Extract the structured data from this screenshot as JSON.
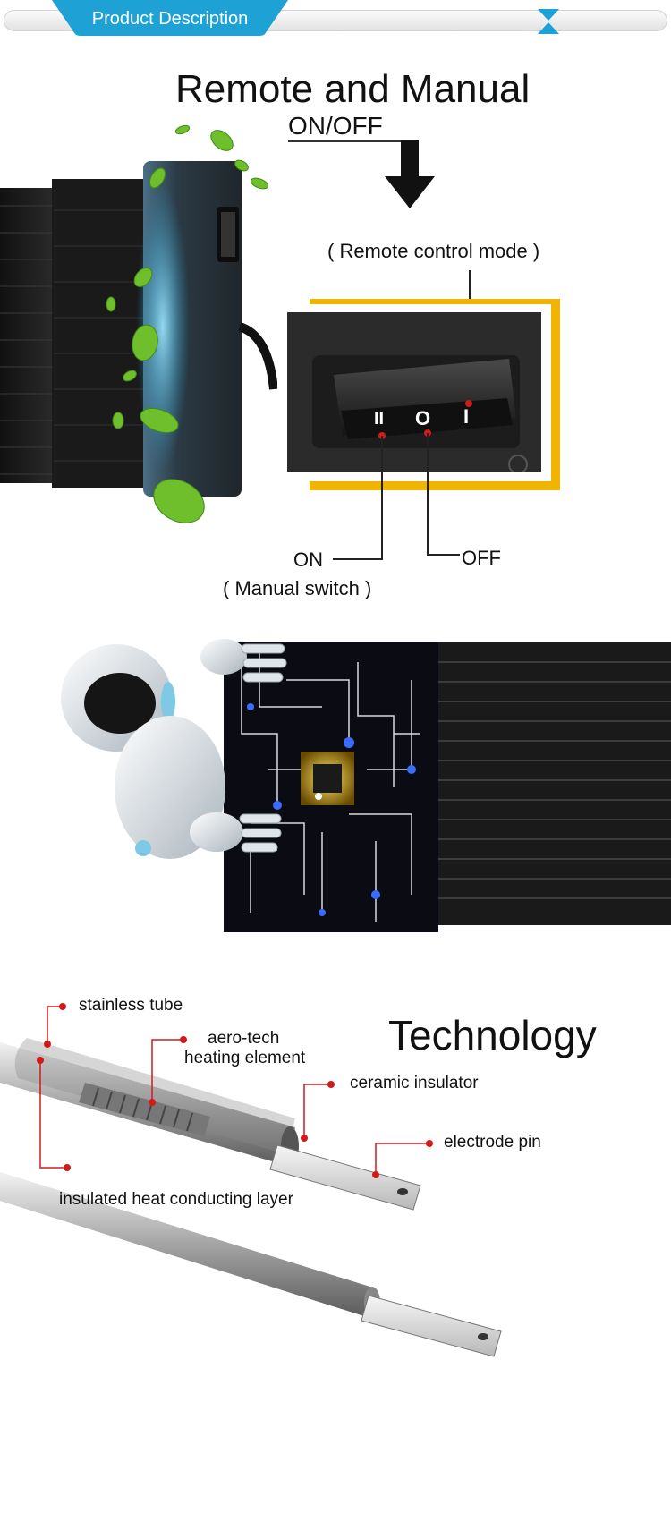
{
  "header": {
    "tab_label": "Product Description"
  },
  "switch_section": {
    "title": "Remote and Manual",
    "subtitle": "ON/OFF",
    "remote_mode_label": "( Remote control mode )",
    "on_label": "ON",
    "manual_label": "( Manual switch )",
    "off_label": "OFF",
    "switch_symbols": [
      "II",
      "O",
      "I"
    ]
  },
  "tech_section": {
    "title": "Technology",
    "labels": {
      "stainless_tube": "stainless tube",
      "aero_line1": "aero-tech",
      "aero_line2": "heating element",
      "ceramic": "ceramic insulator",
      "electrode": "electrode pin",
      "insulated": "insulated heat conducting layer"
    }
  },
  "colors": {
    "accent_blue": "#1ea1d4",
    "switch_frame": "#f1b400",
    "marker_red": "#d21a1a",
    "leaf_green": "#6fbf2d",
    "circuit_blue": "#2f5ee6"
  }
}
